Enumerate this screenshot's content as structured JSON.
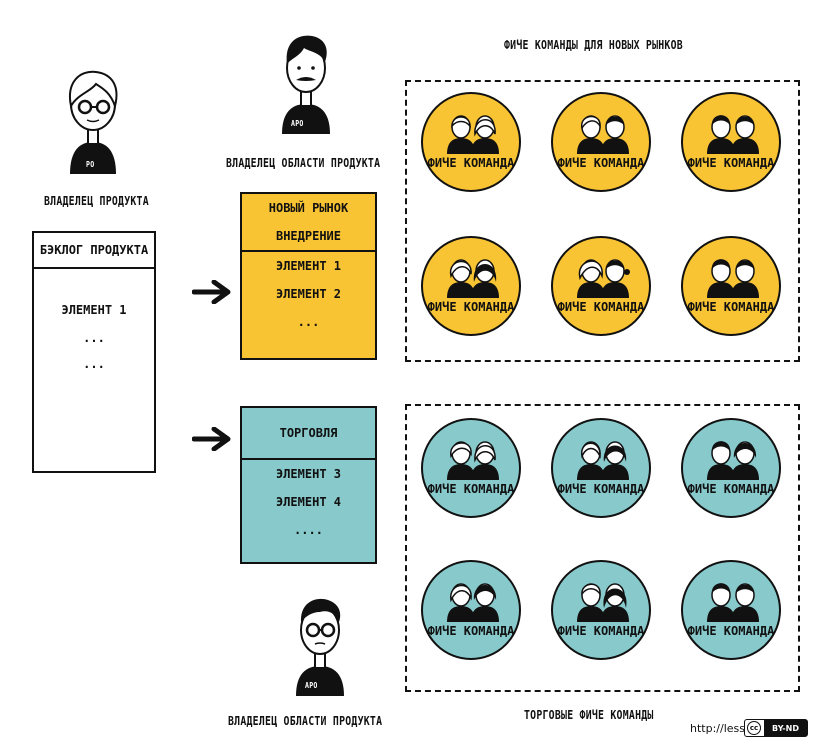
{
  "product_owner": {
    "badge": "PO",
    "label": "ВЛАДЕЛЕЦ ПРОДУКТА"
  },
  "backlog": {
    "title": "БЭКЛОГ ПРОДУКТА",
    "items": [
      "ЭЛЕМЕНТ 1",
      "...",
      "..."
    ]
  },
  "apo_top": {
    "badge": "APO",
    "label": "ВЛАДЕЛЕЦ ОБЛАСТИ ПРОДУКТА"
  },
  "apo_bottom": {
    "badge": "APO",
    "label": "ВЛАДЕЛЕЦ ОБЛАСТИ ПРОДУКТА"
  },
  "area_new_market": {
    "title_1": "НОВЫЙ РЫНОК",
    "title_2": "ВНЕДРЕНИЕ",
    "items": [
      "ЭЛЕМЕНТ 1",
      "ЭЛЕМЕНТ 2",
      "..."
    ],
    "color": "#F9C433"
  },
  "area_trading": {
    "title": "ТОРГОВЛЯ",
    "items": [
      "ЭЛЕМЕНТ 3",
      "ЭЛЕМЕНТ 4",
      "...."
    ],
    "color": "#88C9CC"
  },
  "group_new_markets": {
    "label": "ФИЧЕ КОМАНДЫ ДЛЯ НОВЫХ РЫНКОВ",
    "teams": [
      "ФИЧЕ КОМАНДА",
      "ФИЧЕ КОМАНДА",
      "ФИЧЕ КОМАНДА",
      "ФИЧЕ КОМАНДА",
      "ФИЧЕ КОМАНДА",
      "ФИЧЕ КОМАНДА"
    ]
  },
  "group_trading": {
    "label": "ТОРГОВЫЕ ФИЧЕ КОМАНДЫ",
    "teams": [
      "ФИЧЕ КОМАНДА",
      "ФИЧЕ КОМАНДА",
      "ФИЧЕ КОМАНДА",
      "ФИЧЕ КОМАНДА",
      "ФИЧЕ КОМАНДА",
      "ФИЧЕ КОМАНДА"
    ]
  },
  "footer": {
    "site": "http://less.works",
    "license": "BY-ND",
    "cc": "cc"
  },
  "icons": {
    "person": "person-icon",
    "arrow": "arrow-right-icon",
    "team": "team-members-icon"
  }
}
